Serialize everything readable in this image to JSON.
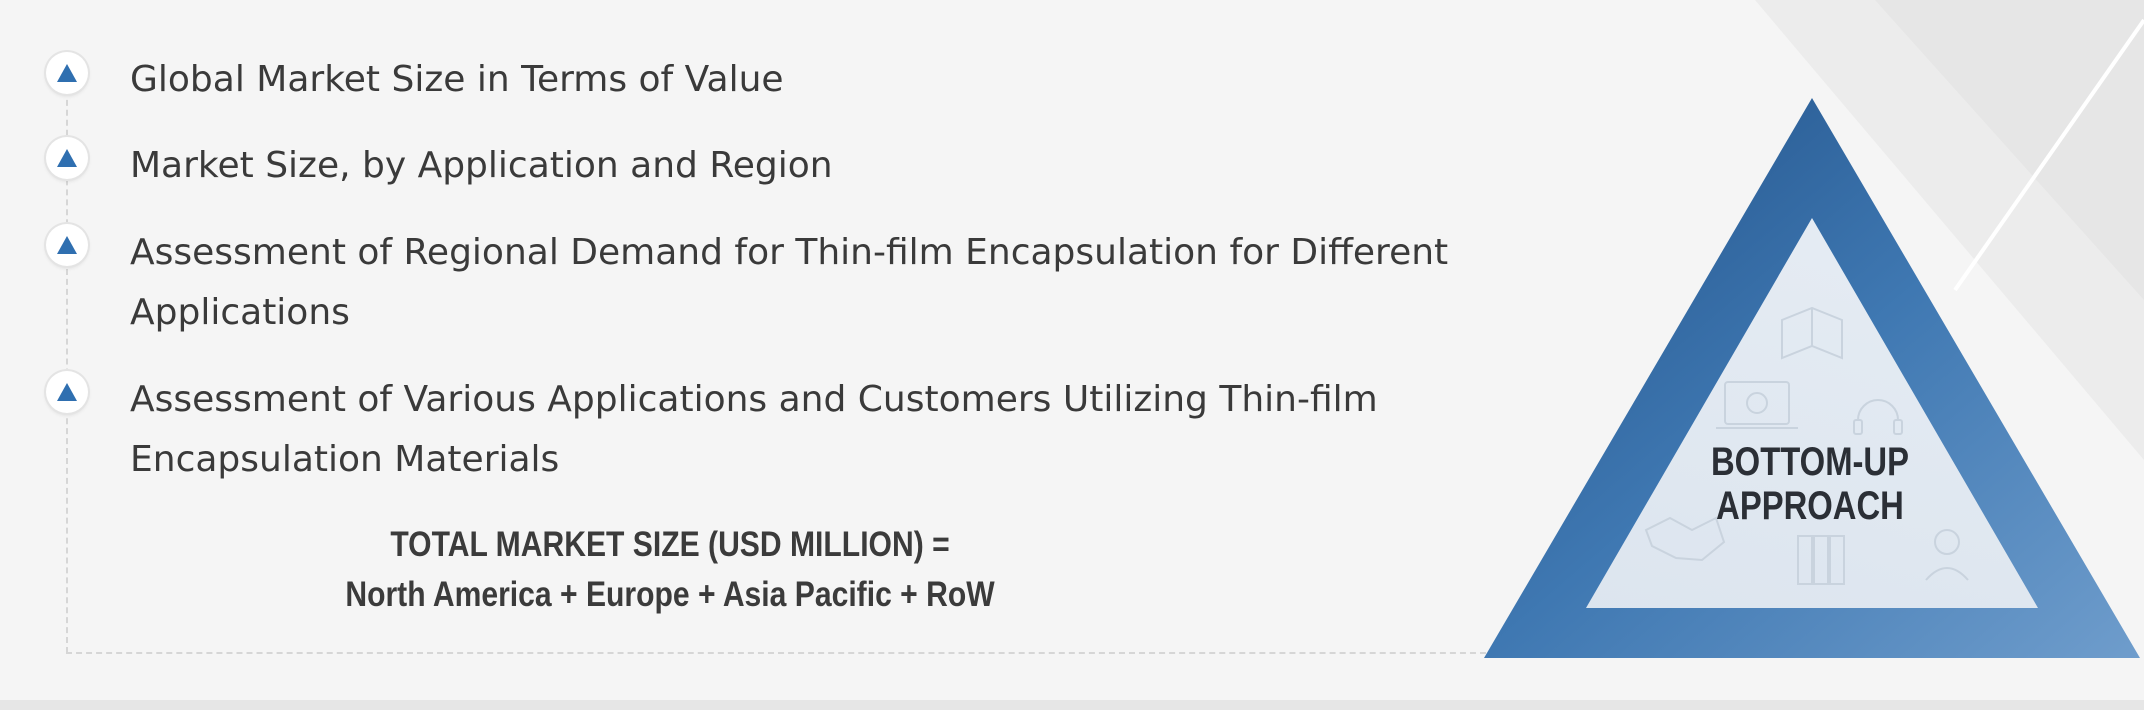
{
  "list": {
    "items": [
      {
        "text": "Global Market Size in Terms of Value"
      },
      {
        "text": "Market Size, by Application and Region"
      },
      {
        "text": "Assessment of Regional Demand for Thin-film Encapsulation for Different Applications"
      },
      {
        "text": "Assessment of Various Applications and Customers Utilizing Thin-film Encapsulation Materials"
      }
    ],
    "bullet_icon": "triangle-up-icon",
    "bullet_color": "#2f6fb0"
  },
  "formula": {
    "line1": "TOTAL MARKET SIZE (USD MILLION) =",
    "line2": "North America + Europe + Asia Pacific + RoW"
  },
  "approach": {
    "line1": "BOTTOM-UP",
    "line2": "APPROACH",
    "outer_color": "#3f78b2",
    "inner_color": "#eef1f5"
  },
  "decor_icons": [
    "book-icon",
    "laptop-globe-icon",
    "headset-icon",
    "handshake-icon",
    "binders-icon",
    "person-icon"
  ]
}
